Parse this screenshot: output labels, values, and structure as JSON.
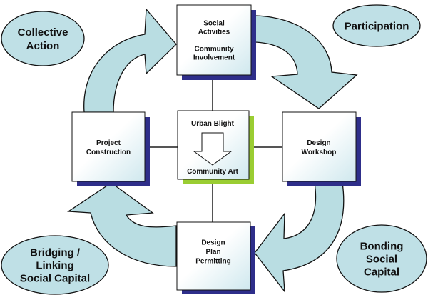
{
  "colors": {
    "arrow_fill": "#b9dde2",
    "oval_fill": "#bfe0e6",
    "outline": "#111111",
    "box_shadow": "#2e2e8a",
    "center_shadow": "#9acd32",
    "connector": "#555555"
  },
  "ovals": {
    "collective_action": [
      "Collective",
      "Action"
    ],
    "participation": [
      "Participation"
    ],
    "bridging": [
      "Bridging /",
      "Linking",
      "Social Capital"
    ],
    "bonding": [
      "Bonding",
      "Social",
      "Capital"
    ]
  },
  "boxes": {
    "top": [
      "Social",
      "Activities",
      "",
      "Community",
      "Involvement"
    ],
    "left": [
      "Project",
      "Construction"
    ],
    "right": [
      "Design",
      "Workshop"
    ],
    "bottom": [
      "Design",
      "Plan",
      "Permitting"
    ]
  },
  "center": {
    "top_label": "Urban Blight",
    "bottom_label": "Community Art",
    "arrow_icon": "down-arrow-icon"
  }
}
